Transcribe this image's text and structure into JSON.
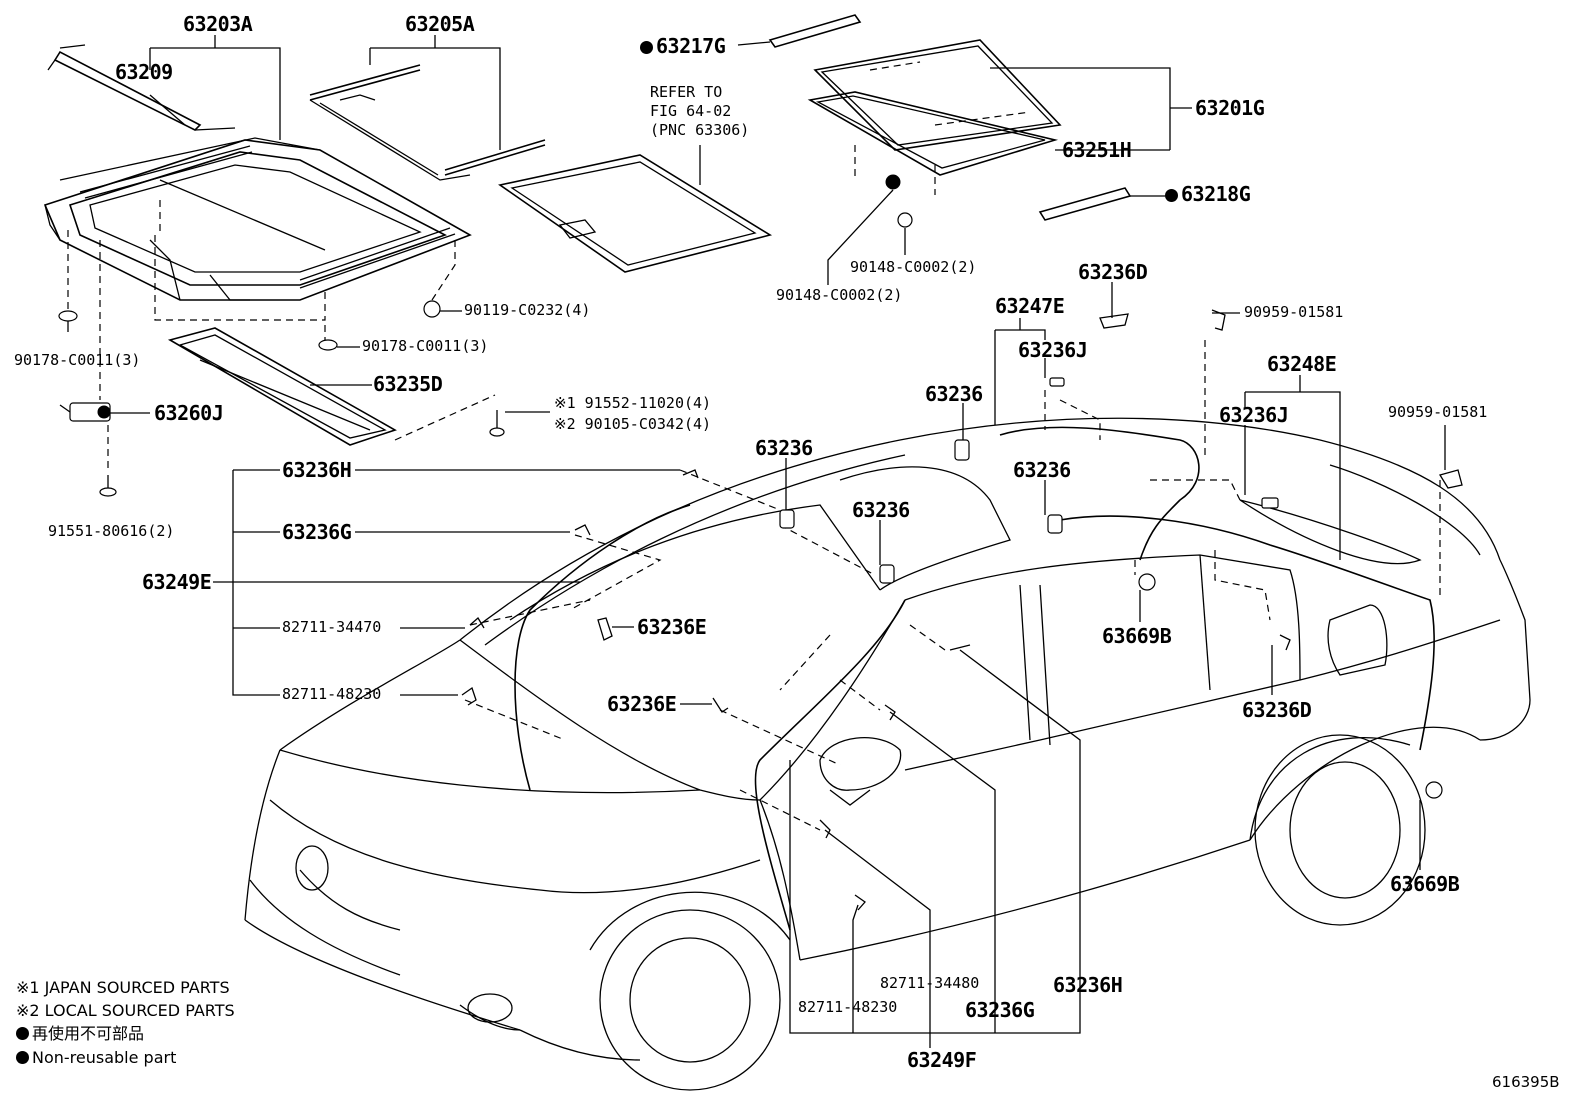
{
  "labels": {
    "p63203A": "63203A",
    "p63209": "63209",
    "p63205A": "63205A",
    "p63217G": "63217G",
    "refer1": "REFER TO",
    "refer2": "FIG 64-02",
    "refer3": "(PNC 63306)",
    "p63201G": "63201G",
    "p63251H": "63251H",
    "p63218G": "63218G",
    "p90148a": "90148-C0002(2)",
    "p90148b": "90148-C0002(2)",
    "p90119": "90119-C0232(4)",
    "p90178a": "90178-C0011(3)",
    "p90178b": "90178-C0011(3)",
    "p63235D": "63235D",
    "p63260J": "63260J",
    "p91552": "※1 91552-11020(4)",
    "p90105": "※2 90105-C0342(4)",
    "p91551": "91551-80616(2)",
    "p63236D_top": "63236D",
    "p63247E": "63247E",
    "p63236J_a": "63236J",
    "p90959a": "90959-01581",
    "p63248E": "63248E",
    "p63236J_b": "63236J",
    "p90959b": "90959-01581",
    "p63236_a": "63236",
    "p63236_b": "63236",
    "p63236_c": "63236",
    "p63236_d": "63236",
    "p63236H_left": "63236H",
    "p63236G_left": "63236G",
    "p63249E": "63249E",
    "p82711_34470": "82711-34470",
    "p82711_48230_left": "82711-48230",
    "p63236E_a": "63236E",
    "p63236E_b": "63236E",
    "p63669B_a": "63669B",
    "p63236D_right": "63236D",
    "p63669B_b": "63669B",
    "p82711_34480": "82711-34480",
    "p82711_48230_bottom": "82711-48230",
    "p63236G_bottom": "63236G",
    "p63236H_bottom": "63236H",
    "p63249F": "63249F",
    "figure_id": "616395B"
  },
  "notes": {
    "japan": "※1 JAPAN SOURCED PARTS",
    "local": "※2 LOCAL SOURCED PARTS",
    "nonreuse_jp": "再使用不可部品",
    "nonreuse_en": "Non-reusable part"
  }
}
